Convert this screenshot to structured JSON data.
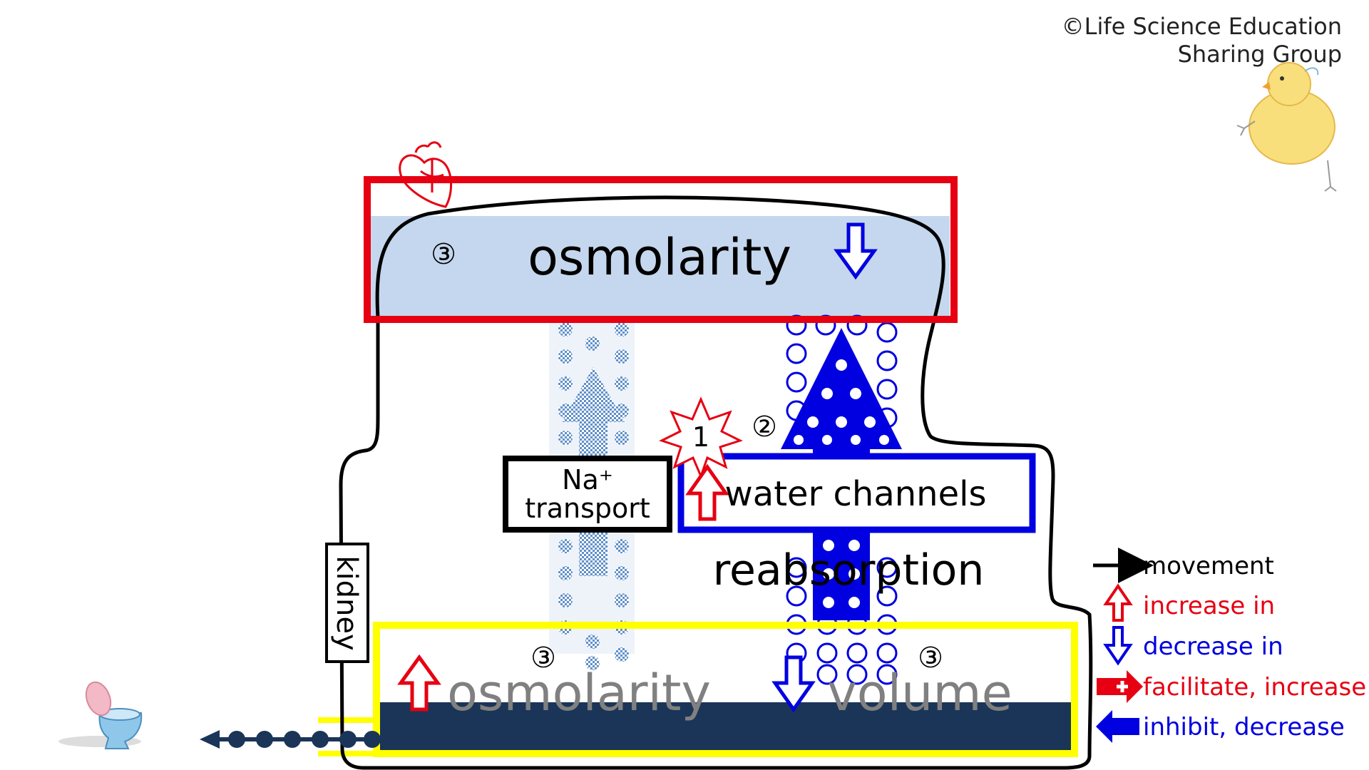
{
  "copyright": {
    "line1": "©Life Science Education",
    "line2": "Sharing Group"
  },
  "top_compartment": {
    "label": "osmolarity",
    "step": "③",
    "change": "decrease"
  },
  "kidney_label": "kidney",
  "na_transport": {
    "line1": "Na⁺",
    "line2": "transport"
  },
  "stimulus": {
    "number": "1"
  },
  "water_channels": {
    "label": "water channels",
    "step": "②",
    "change": "increase"
  },
  "reabsorption_label": "reabsorption",
  "bottom_compartment": {
    "osmolarity_label": "osmolarity",
    "osmolarity_step": "③",
    "osmolarity_change": "increase",
    "volume_label": "volume",
    "volume_step": "③",
    "volume_change": "decrease"
  },
  "legend": {
    "movement": "movement",
    "increase": "increase in",
    "decrease": "decrease in",
    "facilitate": "facilitate, increase",
    "inhibit": "inhibit, decrease"
  },
  "colors": {
    "red": "#e60012",
    "blue": "#0000e0",
    "yellow": "#ffff00",
    "light_blue_fill": "#c5d7ee",
    "dark_navy_fill": "#1a3558",
    "dot_blue": "#7aa6d8",
    "grey_text": "#808080"
  },
  "icons": [
    "heart-icon",
    "chick-icon",
    "toilet-icon"
  ]
}
